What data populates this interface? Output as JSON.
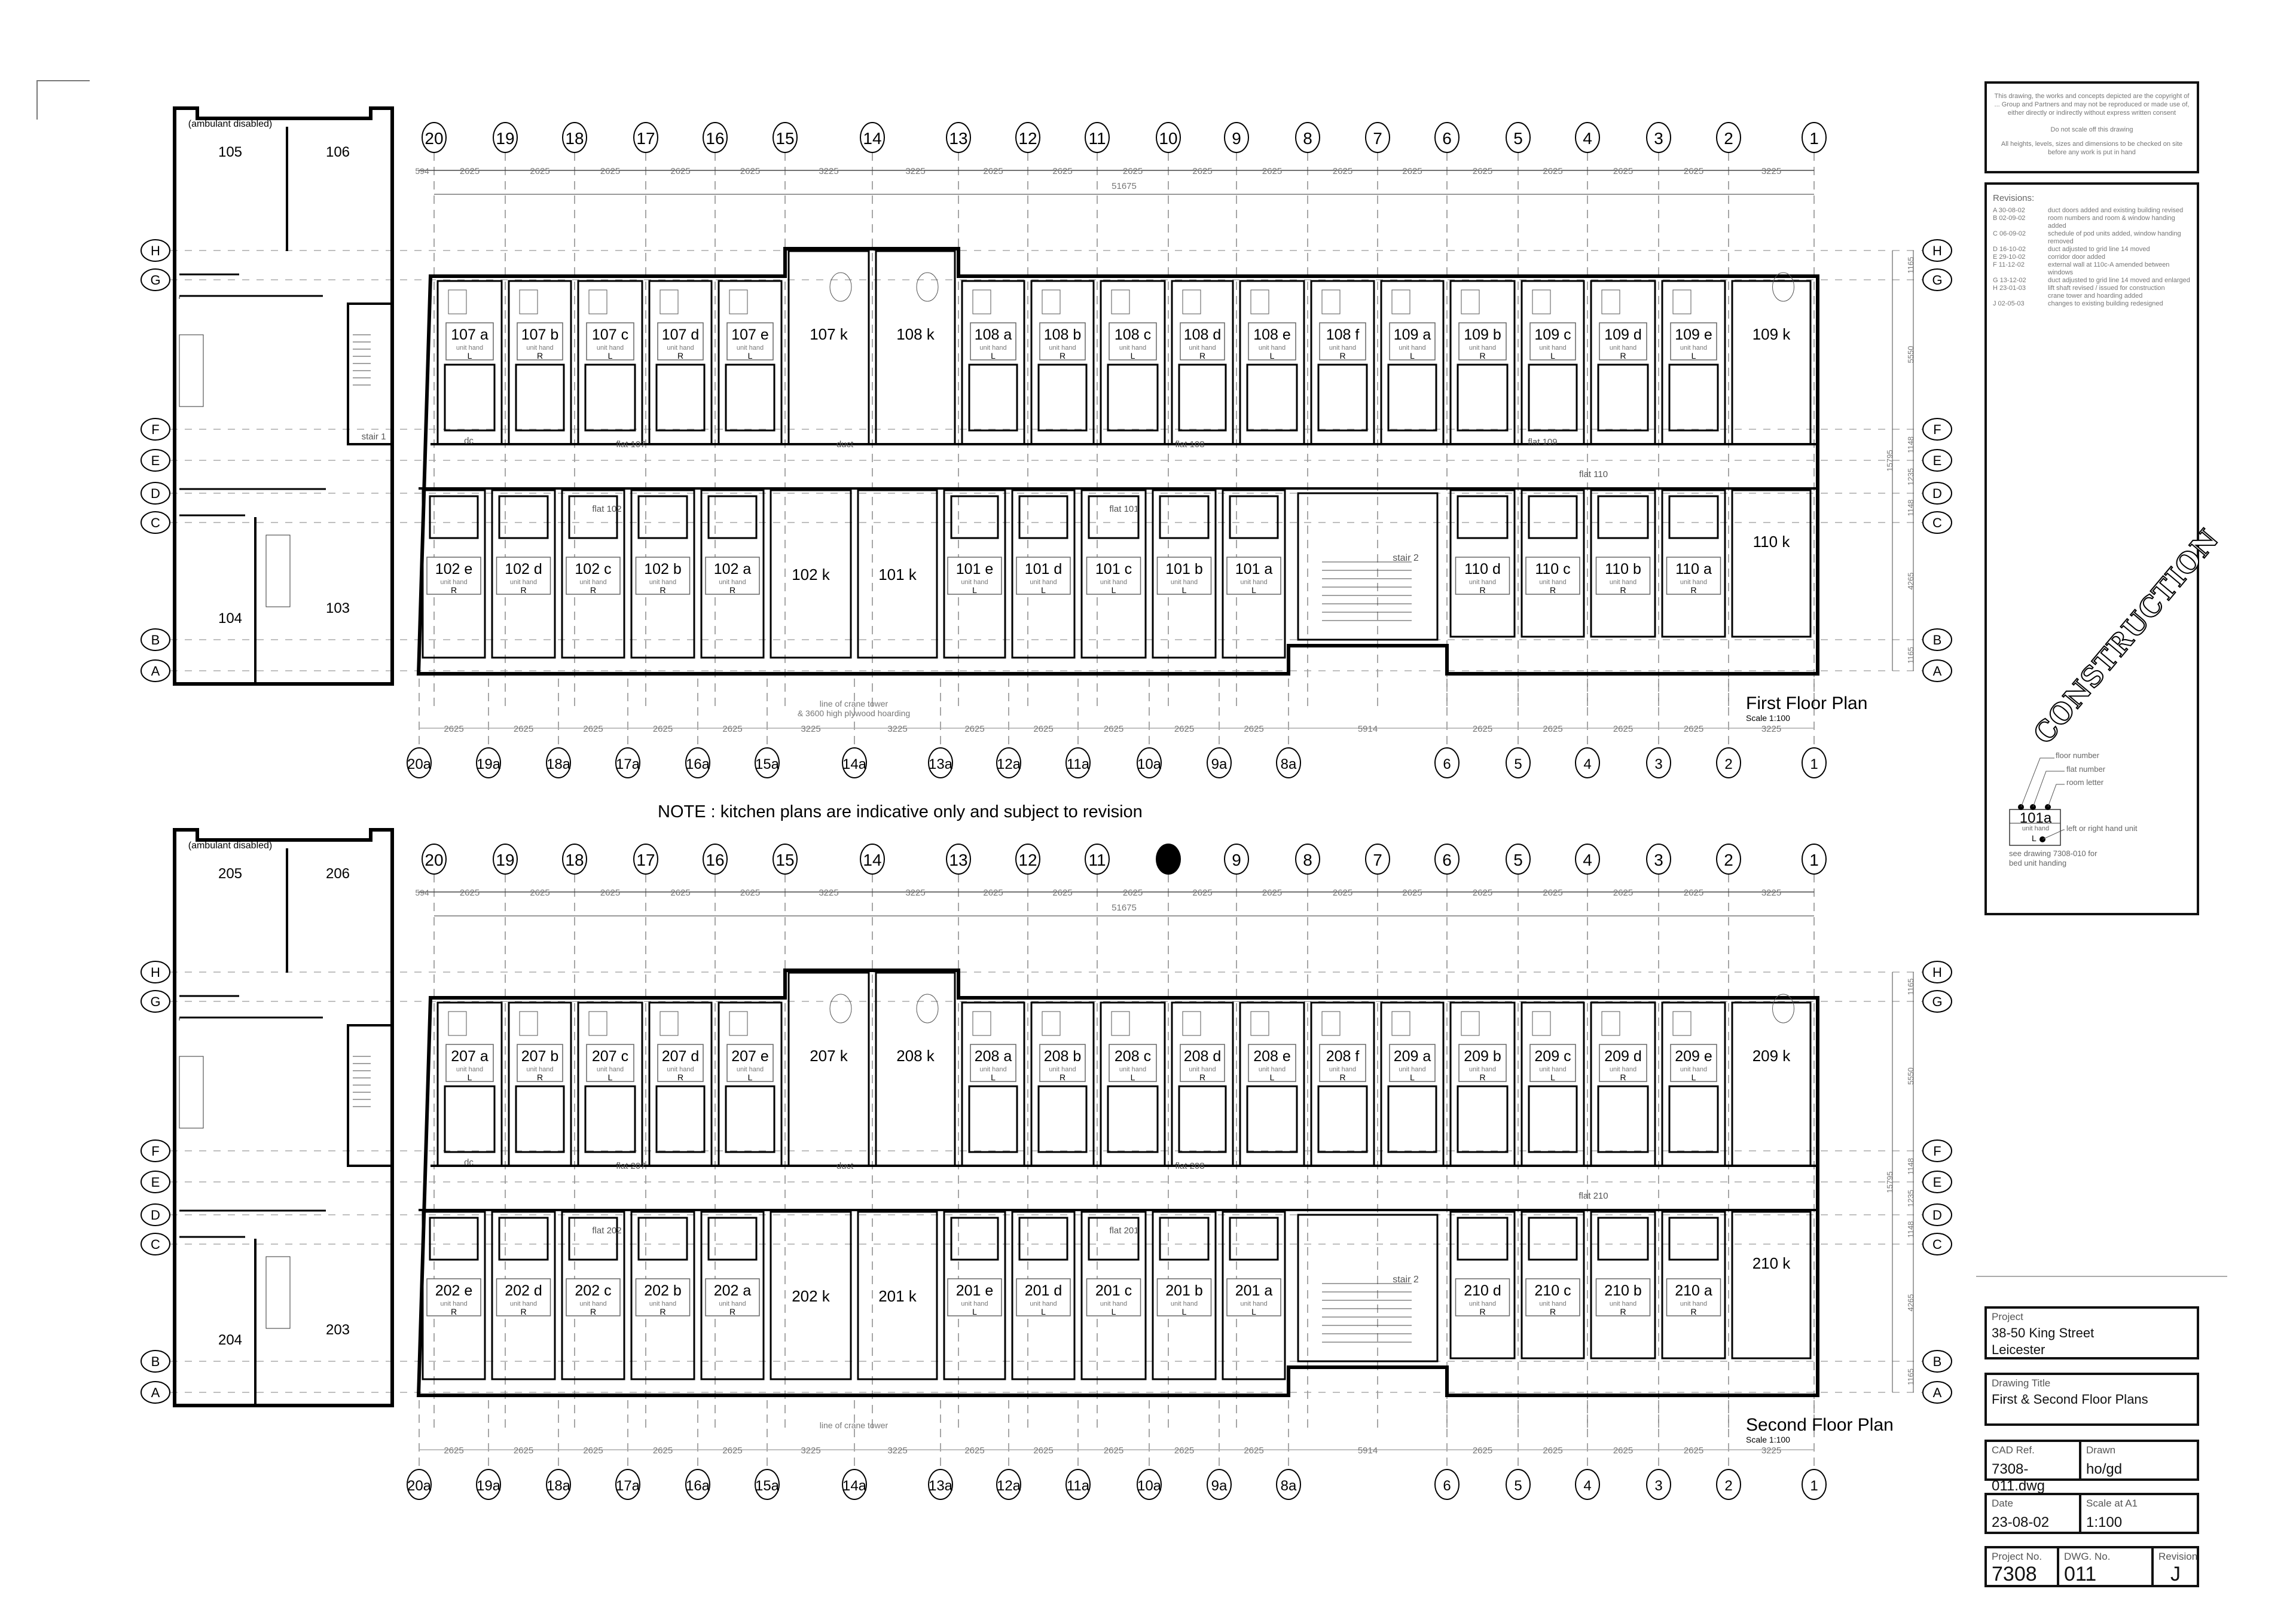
{
  "note": "NOTE : kitchen plans are indicative only and subject to revision",
  "copyright_box": {
    "copyright": "This drawing, the works and concepts depicted are the copyright of ... Group and Partners and may not be reproduced or made use of, either directly or indirectly without express written consent",
    "do_not_scale": "Do not scale off this drawing",
    "check": "All heights, levels, sizes and dimensions to be checked on site before any work is put in hand"
  },
  "revisions": {
    "title": "Revisions:",
    "items": [
      {
        "rev": "A 30-08-02",
        "text": "duct doors added and existing building revised"
      },
      {
        "rev": "B 02-09-02",
        "text": "room numbers and room & window handing added"
      },
      {
        "rev": "C 06-09-02",
        "text": "schedule of pod units added, window handing removed"
      },
      {
        "rev": "D 16-10-02",
        "text": "duct adjusted to grid line 14 moved"
      },
      {
        "rev": "E 29-10-02",
        "text": "corridor door added"
      },
      {
        "rev": "F 11-12-02",
        "text": "external wall at 110c-A amended between windows"
      },
      {
        "rev": "G 13-12-02",
        "text": "duct adjusted to grid line 14 moved and enlarged"
      },
      {
        "rev": "H 23-01-03",
        "text": "lift shaft revised / issued for construction"
      },
      {
        "rev": "",
        "text": "crane tower and hoarding added"
      },
      {
        "rev": "J 02-05-03",
        "text": "changes to existing building redesigned"
      }
    ]
  },
  "stamp": "CONSTRUCTION",
  "legend": {
    "sample_number": "101a",
    "sample_unit": "unit hand",
    "sample_hand": "L",
    "floor_number": "floor number",
    "flat_number": "flat number",
    "room_letter": "room letter",
    "hand": "left or right hand unit",
    "see": "see drawing 7308-010 for",
    "see2": "bed unit handing"
  },
  "title_block": {
    "project_label": "Project",
    "project_line1": "38-50 King Street",
    "project_line2": "Leicester",
    "title_label": "Drawing Title",
    "title": "First & Second Floor Plans",
    "cad_label": "CAD Ref.",
    "cad": "7308-011.dwg",
    "drawn_label": "Drawn",
    "drawn": "ho/gd",
    "date_label": "Date",
    "date": "23-08-02",
    "scale_label": "Scale at A1",
    "scale": "1:100",
    "project_no_label": "Project No.",
    "project_no": "7308",
    "dwg_no_label": "DWG. No.",
    "dwg_no": "011",
    "revision_label": "Revision",
    "revision": "J"
  },
  "grid": {
    "columns_top": [
      "20",
      "19",
      "18",
      "17",
      "16",
      "15",
      "14",
      "13",
      "12",
      "11",
      "10",
      "9",
      "8",
      "7",
      "6",
      "5",
      "4",
      "3",
      "2",
      "1"
    ],
    "columns_bottom": [
      "20a",
      "19a",
      "18a",
      "17a",
      "16a",
      "15a",
      "14a",
      "13a",
      "12a",
      "11a",
      "10a",
      "9a",
      "8a",
      "6",
      "5",
      "4",
      "3",
      "2",
      "1"
    ],
    "rows": [
      "H",
      "G",
      "F",
      "E",
      "D",
      "C",
      "B",
      "A"
    ],
    "dims_top_offset": "594",
    "dims_top": [
      "2625",
      "2625",
      "2625",
      "2625",
      "2625",
      "3225",
      "3225",
      "2625",
      "2625",
      "2625",
      "2625",
      "2625",
      "2625",
      "2625",
      "2625",
      "2625",
      "2625",
      "2625",
      "3225"
    ],
    "dims_top_overall": "51675",
    "dims_bottom": [
      "2625",
      "2625",
      "2625",
      "2625",
      "2625",
      "3225",
      "3225",
      "2625",
      "2625",
      "2625",
      "2625",
      "2625",
      "5914",
      "2625",
      "2625",
      "2625",
      "2625",
      "3225"
    ],
    "dims_rows": [
      "1165",
      "5550",
      "1148",
      "1235",
      "1148",
      "4265",
      "1165"
    ],
    "dims_rows_overall": "15795"
  },
  "floors": [
    {
      "plan_title": "First Floor Plan",
      "plan_scale": "Scale 1:100",
      "crane_note1": "line of crane tower",
      "crane_note2": "& 3600 high plywood hoarding",
      "unit_hand": "unit hand",
      "highlight_column": "",
      "left_rooms": {
        "r1": "105",
        "r2": "106",
        "r3": "104",
        "r4": "103",
        "ambulant": "(ambulant disabled)",
        "stair": "stair 1"
      },
      "labels": {
        "flat_a": "flat 107",
        "flat_b": "flat 108",
        "flat_c": "flat 109",
        "flat_d": "flat 110",
        "flat_e": "flat 102",
        "flat_f": "flat 101",
        "duct": "duct",
        "dc": "dc",
        "stair2": "stair 2"
      },
      "rooms_top": [
        {
          "num": "107 a",
          "hand": "L"
        },
        {
          "num": "107 b",
          "hand": "R"
        },
        {
          "num": "107 c",
          "hand": "L"
        },
        {
          "num": "107 d",
          "hand": "R"
        },
        {
          "num": "107 e",
          "hand": "L"
        },
        {
          "num": "107 k",
          "hand": ""
        },
        {
          "num": "108 k",
          "hand": ""
        },
        {
          "num": "108 a",
          "hand": "L"
        },
        {
          "num": "108 b",
          "hand": "R"
        },
        {
          "num": "108 c",
          "hand": "L"
        },
        {
          "num": "108 d",
          "hand": "R"
        },
        {
          "num": "108 e",
          "hand": "L"
        },
        {
          "num": "108 f",
          "hand": "R"
        },
        {
          "num": "109 a",
          "hand": "L"
        },
        {
          "num": "109 b",
          "hand": "R"
        },
        {
          "num": "109 c",
          "hand": "L"
        },
        {
          "num": "109 d",
          "hand": "R"
        },
        {
          "num": "109 e",
          "hand": "L"
        },
        {
          "num": "109 k",
          "hand": ""
        }
      ],
      "rooms_bottom": [
        {
          "num": "102 e",
          "hand": "R"
        },
        {
          "num": "102 d",
          "hand": "R"
        },
        {
          "num": "102 c",
          "hand": "R"
        },
        {
          "num": "102 b",
          "hand": "R"
        },
        {
          "num": "102 a",
          "hand": "R"
        },
        {
          "num": "102 k",
          "hand": ""
        },
        {
          "num": "101 k",
          "hand": ""
        },
        {
          "num": "101 e",
          "hand": "L"
        },
        {
          "num": "101 d",
          "hand": "L"
        },
        {
          "num": "101 c",
          "hand": "L"
        },
        {
          "num": "101 b",
          "hand": "L"
        },
        {
          "num": "101 a",
          "hand": "L"
        },
        {
          "num": "",
          "hand": ""
        },
        {
          "num": "110 d",
          "hand": "R"
        },
        {
          "num": "110 c",
          "hand": "R"
        },
        {
          "num": "110 b",
          "hand": "R"
        },
        {
          "num": "110 a",
          "hand": "R"
        },
        {
          "num": "110 k",
          "hand": ""
        }
      ]
    },
    {
      "plan_title": "Second Floor Plan",
      "plan_scale": "Scale 1:100",
      "crane_note1": "line of crane tower",
      "crane_note2": "",
      "unit_hand": "unit hand",
      "highlight_column": "10",
      "left_rooms": {
        "r1": "205",
        "r2": "206",
        "r3": "204",
        "r4": "203",
        "ambulant": "(ambulant disabled)",
        "stair": ""
      },
      "labels": {
        "flat_a": "flat 207",
        "flat_b": "flat 208",
        "flat_c": "",
        "flat_d": "flat 210",
        "flat_e": "flat 202",
        "flat_f": "flat 201",
        "duct": "duct",
        "dc": "dc",
        "stair2": "stair 2"
      },
      "rooms_top": [
        {
          "num": "207 a",
          "hand": "L"
        },
        {
          "num": "207 b",
          "hand": "R"
        },
        {
          "num": "207 c",
          "hand": "L"
        },
        {
          "num": "207 d",
          "hand": "R"
        },
        {
          "num": "207 e",
          "hand": "L"
        },
        {
          "num": "207 k",
          "hand": ""
        },
        {
          "num": "208 k",
          "hand": ""
        },
        {
          "num": "208 a",
          "hand": "L"
        },
        {
          "num": "208 b",
          "hand": "R"
        },
        {
          "num": "208 c",
          "hand": "L"
        },
        {
          "num": "208 d",
          "hand": "R"
        },
        {
          "num": "208 e",
          "hand": "L"
        },
        {
          "num": "208 f",
          "hand": "R"
        },
        {
          "num": "209 a",
          "hand": "L"
        },
        {
          "num": "209 b",
          "hand": "R"
        },
        {
          "num": "209 c",
          "hand": "L"
        },
        {
          "num": "209 d",
          "hand": "R"
        },
        {
          "num": "209 e",
          "hand": "L"
        },
        {
          "num": "209 k",
          "hand": ""
        }
      ],
      "rooms_bottom": [
        {
          "num": "202 e",
          "hand": "R"
        },
        {
          "num": "202 d",
          "hand": "R"
        },
        {
          "num": "202 c",
          "hand": "R"
        },
        {
          "num": "202 b",
          "hand": "R"
        },
        {
          "num": "202 a",
          "hand": "R"
        },
        {
          "num": "202 k",
          "hand": ""
        },
        {
          "num": "201 k",
          "hand": ""
        },
        {
          "num": "201 e",
          "hand": "L"
        },
        {
          "num": "201 d",
          "hand": "L"
        },
        {
          "num": "201 c",
          "hand": "L"
        },
        {
          "num": "201 b",
          "hand": "L"
        },
        {
          "num": "201 a",
          "hand": "L"
        },
        {
          "num": "",
          "hand": ""
        },
        {
          "num": "210 d",
          "hand": "R"
        },
        {
          "num": "210 c",
          "hand": "R"
        },
        {
          "num": "210 b",
          "hand": "R"
        },
        {
          "num": "210 a",
          "hand": "R"
        },
        {
          "num": "210 k",
          "hand": ""
        }
      ]
    }
  ]
}
